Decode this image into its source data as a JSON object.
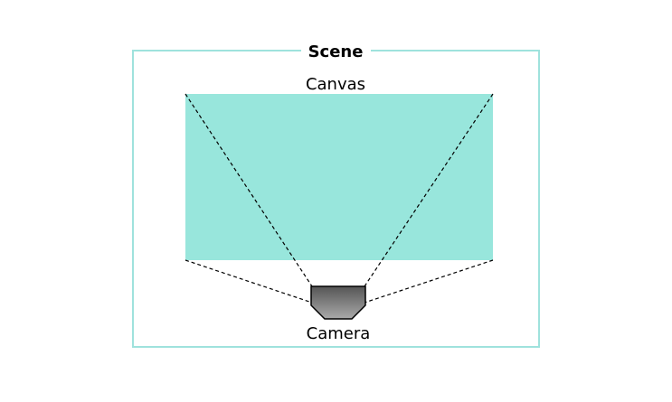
{
  "diagram": {
    "scene": {
      "label": "Scene",
      "border_color": "#9fe2dd"
    },
    "canvas": {
      "label": "Canvas",
      "fill_color": "#98e6dc"
    },
    "camera": {
      "label": "Camera",
      "gradient_top": "#555555",
      "gradient_bottom": "#aaaaaa"
    },
    "sightline_color": "#000000"
  }
}
